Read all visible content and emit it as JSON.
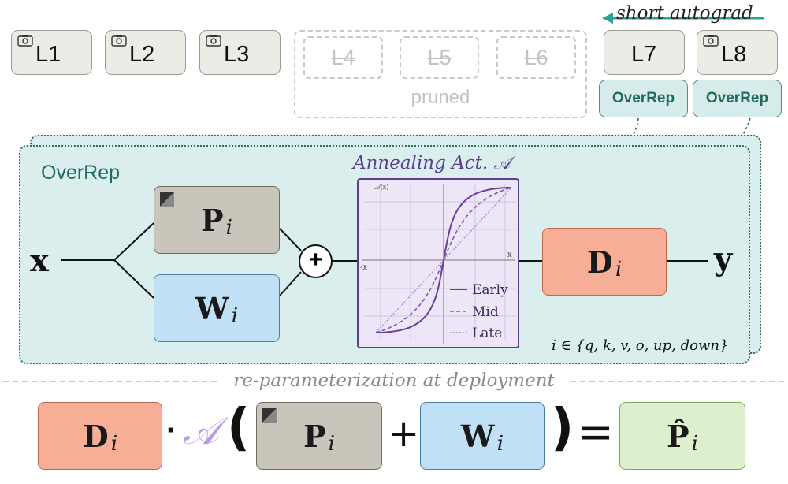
{
  "layers": {
    "kept_left": [
      "L1",
      "L2",
      "L3"
    ],
    "pruned": [
      "L4",
      "L5",
      "L6"
    ],
    "pruned_label": "pruned",
    "kept_right": [
      "L7",
      "L8"
    ],
    "overrep_tags": [
      "OverRep",
      "OverRep"
    ],
    "short_autograd_label": "short autograd"
  },
  "module": {
    "title": "OverRep",
    "input": "x",
    "output": "y",
    "P_label": "P",
    "W_label": "W",
    "D_label": "D",
    "subscript": "i",
    "plus": "+",
    "index_set": "i ∈ {q, k, v, o, up, down}"
  },
  "annealing": {
    "title": "Annealing Act. 𝒜",
    "y_axis_label": "𝒜(x)",
    "x_axis_label": "x",
    "neg_x_label": "-x",
    "legend": [
      "Early",
      "Mid",
      "Late"
    ],
    "colors": {
      "early": "#6b3fa0",
      "mid": "#7f5bb3",
      "late": "#a88fd0",
      "frame": "#5c3d8f",
      "fill": "#ece6f6"
    }
  },
  "deployment": {
    "label": "re-parameterization at deployment",
    "D": "D",
    "dot": "·",
    "A": "𝒜",
    "open_paren": "(",
    "P": "P",
    "plus": "+",
    "W": "W",
    "close_paren": ")",
    "equals": "=",
    "P_hat": "P̂",
    "subscript": "i"
  },
  "colors": {
    "overrep_green": "#1f6b5f",
    "module_bg": "#daeeed",
    "teal_arrow": "#2aa29a"
  }
}
